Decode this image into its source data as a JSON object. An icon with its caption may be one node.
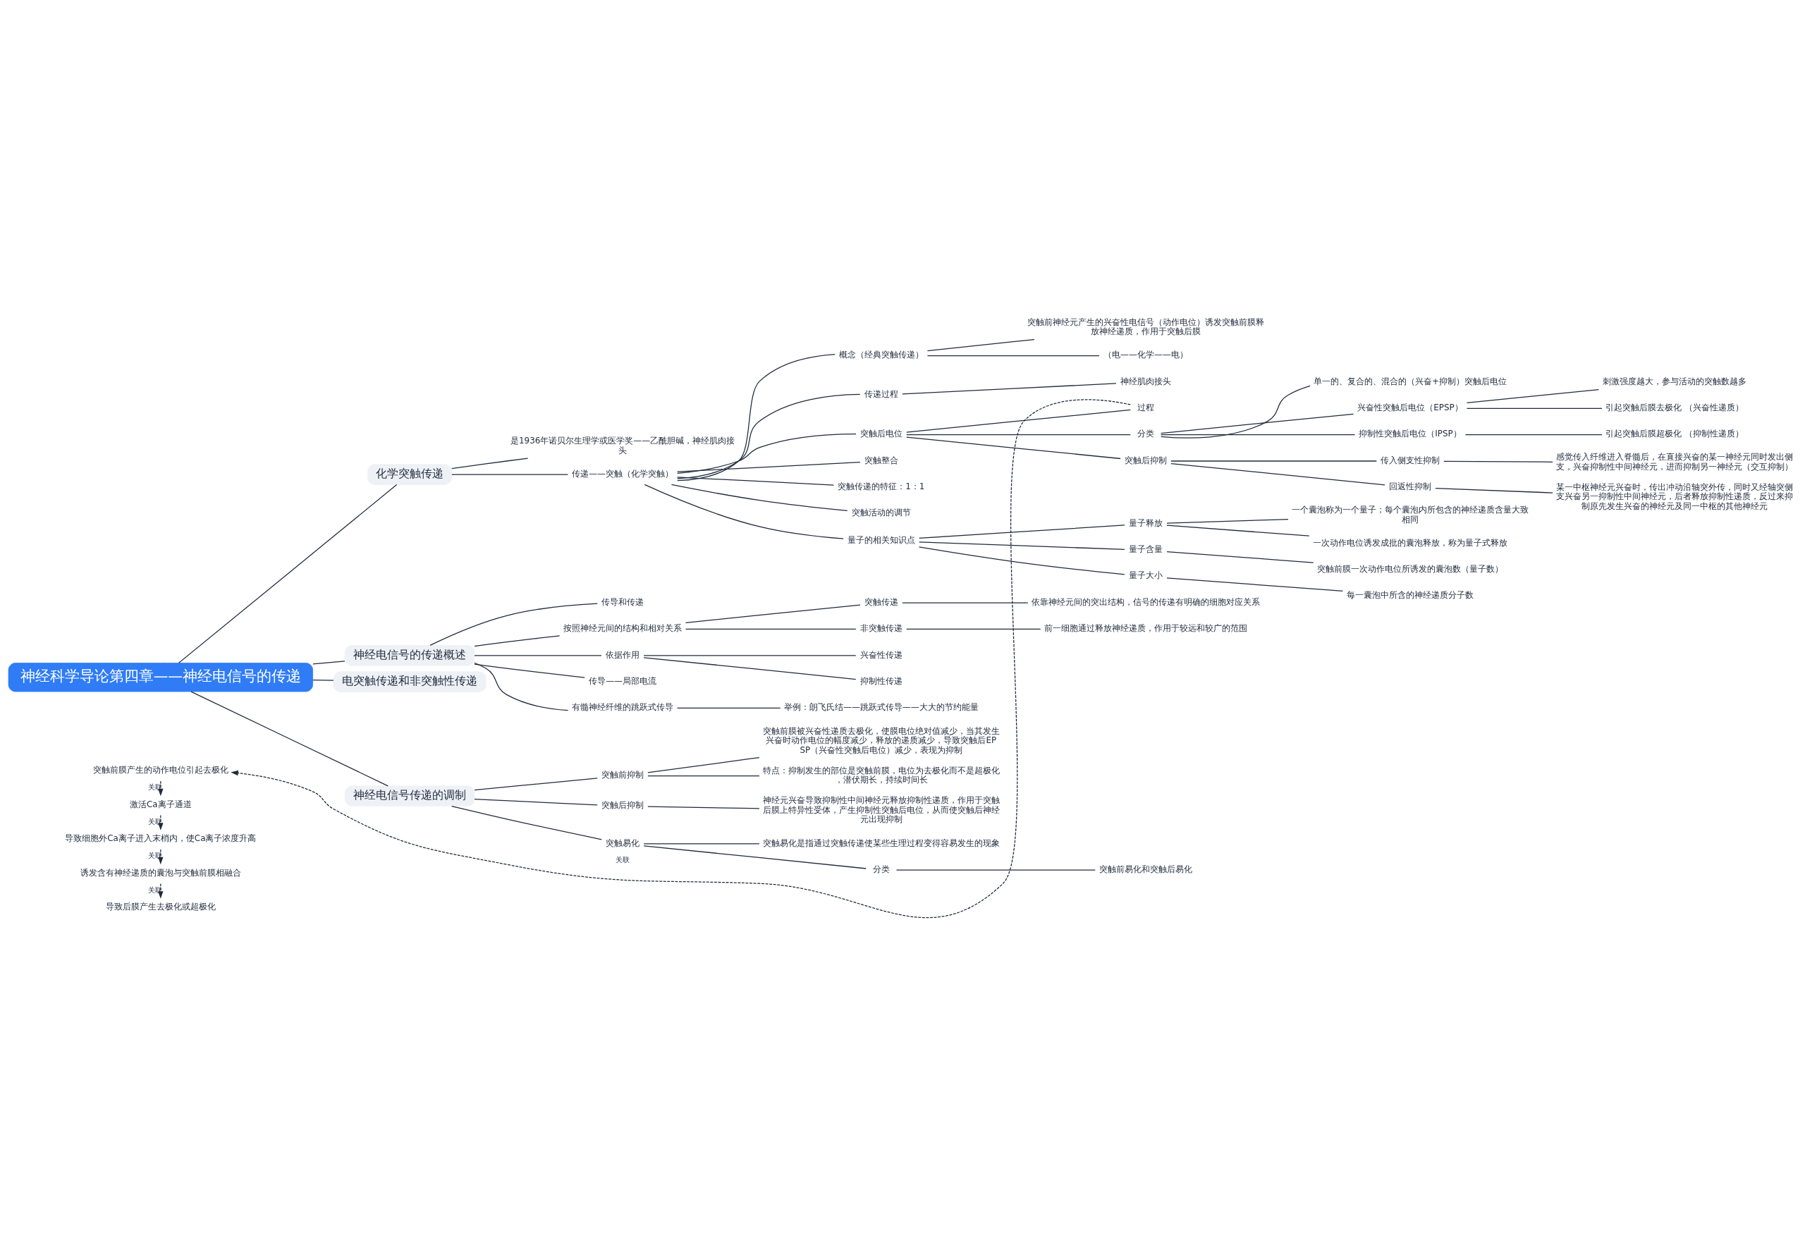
{
  "diagram": {
    "nodes": [
      {
        "text": [
          "神经科学导论第四章——神经电信号的传递"
        ]
      },
      {
        "text": [
          "化学突触传递"
        ]
      },
      {
        "text": [
          "是1936年诺贝尔生理学或医学奖——乙酰胆碱，神经肌肉接头"
        ]
      },
      {
        "text": [
          "传递——突触（化学突触）"
        ]
      },
      {
        "text": [
          "概念（经典突触传递）"
        ]
      },
      {
        "text": [
          "突触前神经元产生的兴奋性电信号（动作电位）诱发突触前膜释放神经递质，作用于突触后膜"
        ]
      },
      {
        "text": [
          "（电——化学——电）"
        ]
      },
      {
        "text": [
          "传递过程"
        ]
      },
      {
        "text": [
          "神经肌肉接头"
        ]
      },
      {
        "text": [
          "突触后电位"
        ]
      },
      {
        "text": [
          "过程"
        ]
      },
      {
        "text": [
          "突触前膜产生的动作电位引起去极化"
        ]
      },
      {
        "text": [
          "激活Ca离子通道"
        ]
      },
      {
        "text": [
          "导致细胞外Ca离子进入末梢内，使Ca离子浓度升高"
        ]
      },
      {
        "text": [
          "诱发含有神经递质的囊泡与突触前膜相融合"
        ]
      },
      {
        "text": [
          "导致后膜产生去极化或超极化"
        ]
      },
      {
        "text": [
          "分类"
        ]
      },
      {
        "text": [
          "单一的、复合的、混合的（兴奋+抑制）突触后电位"
        ]
      },
      {
        "text": [
          "兴奋性突触后电位（EPSP）"
        ]
      },
      {
        "text": [
          "刺激强度越大，参与活动的突触数越多"
        ]
      },
      {
        "text": [
          "引起突触后膜去极化 （兴奋性递质）"
        ]
      },
      {
        "text": [
          "抑制性突触后电位（IPSP）"
        ]
      },
      {
        "text": [
          "引起突触后膜超极化 （抑制性递质）"
        ]
      },
      {
        "text": [
          "突触后抑制"
        ]
      },
      {
        "text": [
          "传入侧支性抑制"
        ]
      },
      {
        "text": [
          "感觉传入纤维进入脊髓后，在直接兴奋的某一神经元同时发出侧支，兴奋抑制性中间神经元，进而抑制另一神经元（交互抑制）"
        ]
      },
      {
        "text": [
          "回返性抑制"
        ]
      },
      {
        "text": [
          "某一中枢神经元兴奋时，传出冲动沿轴突外传，同时又经轴突侧支兴奋另一抑制性中间神经元，后者释放抑制性递质，反过来抑制原先发生兴奋的神经元及同一中枢的其他神经元"
        ]
      },
      {
        "text": [
          "突触整合"
        ]
      },
      {
        "text": [
          "突触传递的特征：1：1"
        ]
      },
      {
        "text": [
          "突触活动的调节"
        ]
      },
      {
        "text": [
          "量子的相关知识点"
        ]
      },
      {
        "text": [
          "量子释放"
        ]
      },
      {
        "text": [
          "一个囊泡称为一个量子；每个囊泡内所包含的神经递质含量大致相同"
        ]
      },
      {
        "text": [
          "一次动作电位诱发成批的囊泡释放，称为量子式释放"
        ]
      },
      {
        "text": [
          "量子含量"
        ]
      },
      {
        "text": [
          "突触前膜一次动作电位所诱发的囊泡数（量子数）"
        ]
      },
      {
        "text": [
          "量子大小"
        ]
      },
      {
        "text": [
          "每一囊泡中所含的神经递质分子数"
        ]
      },
      {
        "text": [
          "神经电信号的传递概述"
        ]
      },
      {
        "text": [
          "传导和传递"
        ]
      },
      {
        "text": [
          "按照神经元间的结构和相对关系"
        ]
      },
      {
        "text": [
          "突触传递"
        ]
      },
      {
        "text": [
          "依靠神经元间的突出结构，信号的传递有明确的细胞对应关系"
        ]
      },
      {
        "text": [
          "非突触传递"
        ]
      },
      {
        "text": [
          "前一细胞通过释放神经递质，作用于较远和较广的范围"
        ]
      },
      {
        "text": [
          "依据作用"
        ]
      },
      {
        "text": [
          "兴奋性传递"
        ]
      },
      {
        "text": [
          "抑制性传递"
        ]
      },
      {
        "text": [
          "传导——局部电流"
        ]
      },
      {
        "text": [
          "有髓神经纤维的跳跃式传导"
        ]
      },
      {
        "text": [
          "举例：朗飞氏结——跳跃式传导——大大的节约能量"
        ]
      },
      {
        "text": [
          "电突触传递和非突触性传递"
        ]
      },
      {
        "text": [
          "神经电信号传递的调制"
        ]
      },
      {
        "text": [
          "突触前抑制"
        ]
      },
      {
        "text": [
          "突触前膜被兴奋性递质去极化，使膜电位绝对值减少，当其发生兴奋时动作电位的幅度减少，释放的递质减少，导致突触后EPSP（兴奋性突触后电位）减少，表现为抑制"
        ]
      },
      {
        "text": [
          "特点：抑制发生的部位是突触前膜，电位为去极化而不是超极化，潜伏期长，持续时间长"
        ]
      },
      {
        "text": [
          "突触后抑制"
        ]
      },
      {
        "text": [
          "神经元兴奋导致抑制性中间神经元释放抑制性递质，作用于突触后膜上特异性受体，产生抑制性突触后电位，从而使突触后神经元出现抑制"
        ]
      },
      {
        "text": [
          "突触易化"
        ]
      },
      {
        "text": [
          "突触易化是指通过突触传递使某些生理过程变得容易发生的现象"
        ]
      },
      {
        "text": [
          "分类"
        ]
      },
      {
        "text": [
          "突触前易化和突触后易化"
        ]
      }
    ],
    "edges": [
      {
        "from": 0,
        "to": 1,
        "arrow": "none"
      },
      {
        "from": 1,
        "to": 2,
        "arrow": "none"
      },
      {
        "from": 1,
        "to": 3,
        "arrow": "none"
      },
      {
        "from": 3,
        "to": 4,
        "arrow": "none"
      },
      {
        "from": 4,
        "to": 5,
        "arrow": "none"
      },
      {
        "from": 4,
        "to": 6,
        "arrow": "none"
      },
      {
        "from": 3,
        "to": 7,
        "arrow": "none"
      },
      {
        "from": 7,
        "to": 8,
        "arrow": "none"
      },
      {
        "from": 3,
        "to": 9,
        "arrow": "none"
      },
      {
        "from": 9,
        "to": 10,
        "arrow": "none"
      },
      {
        "from": 10,
        "to": 11,
        "arrow": "to",
        "style": "dashed",
        "label": "关联"
      },
      {
        "from": 11,
        "to": 12,
        "arrow": "to",
        "style": "dashed",
        "label": "关联"
      },
      {
        "from": 12,
        "to": 13,
        "arrow": "to",
        "style": "dashed",
        "label": "关联"
      },
      {
        "from": 13,
        "to": 14,
        "arrow": "to",
        "style": "dashed",
        "label": "关联"
      },
      {
        "from": 14,
        "to": 15,
        "arrow": "to",
        "style": "dashed",
        "label": "关联"
      },
      {
        "from": 9,
        "to": 16,
        "arrow": "none"
      },
      {
        "from": 16,
        "to": 17,
        "arrow": "none"
      },
      {
        "from": 16,
        "to": 18,
        "arrow": "none"
      },
      {
        "from": 18,
        "to": 19,
        "arrow": "none"
      },
      {
        "from": 18,
        "to": 20,
        "arrow": "none"
      },
      {
        "from": 16,
        "to": 21,
        "arrow": "none"
      },
      {
        "from": 21,
        "to": 22,
        "arrow": "none"
      },
      {
        "from": 9,
        "to": 23,
        "arrow": "none"
      },
      {
        "from": 23,
        "to": 24,
        "arrow": "none"
      },
      {
        "from": 24,
        "to": 25,
        "arrow": "none"
      },
      {
        "from": 23,
        "to": 26,
        "arrow": "none"
      },
      {
        "from": 26,
        "to": 27,
        "arrow": "none"
      },
      {
        "from": 3,
        "to": 28,
        "arrow": "none"
      },
      {
        "from": 3,
        "to": 29,
        "arrow": "none"
      },
      {
        "from": 3,
        "to": 30,
        "arrow": "none"
      },
      {
        "from": 3,
        "to": 31,
        "arrow": "none"
      },
      {
        "from": 31,
        "to": 32,
        "arrow": "none"
      },
      {
        "from": 32,
        "to": 33,
        "arrow": "none"
      },
      {
        "from": 32,
        "to": 34,
        "arrow": "none"
      },
      {
        "from": 31,
        "to": 35,
        "arrow": "none"
      },
      {
        "from": 35,
        "to": 36,
        "arrow": "none"
      },
      {
        "from": 31,
        "to": 37,
        "arrow": "none"
      },
      {
        "from": 37,
        "to": 38,
        "arrow": "none"
      },
      {
        "from": 0,
        "to": 39,
        "arrow": "none"
      },
      {
        "from": 39,
        "to": 40,
        "arrow": "none"
      },
      {
        "from": 39,
        "to": 41,
        "arrow": "none"
      },
      {
        "from": 41,
        "to": 42,
        "arrow": "none"
      },
      {
        "from": 42,
        "to": 43,
        "arrow": "none"
      },
      {
        "from": 41,
        "to": 44,
        "arrow": "none"
      },
      {
        "from": 44,
        "to": 45,
        "arrow": "none"
      },
      {
        "from": 39,
        "to": 46,
        "arrow": "none"
      },
      {
        "from": 46,
        "to": 47,
        "arrow": "none"
      },
      {
        "from": 46,
        "to": 48,
        "arrow": "none"
      },
      {
        "from": 39,
        "to": 49,
        "arrow": "none"
      },
      {
        "from": 39,
        "to": 50,
        "arrow": "none"
      },
      {
        "from": 50,
        "to": 51,
        "arrow": "none"
      },
      {
        "from": 0,
        "to": 52,
        "arrow": "none"
      },
      {
        "from": 0,
        "to": 53,
        "arrow": "none"
      },
      {
        "from": 53,
        "to": 54,
        "arrow": "none"
      },
      {
        "from": 54,
        "to": 55,
        "arrow": "none"
      },
      {
        "from": 54,
        "to": 56,
        "arrow": "none"
      },
      {
        "from": 53,
        "to": 57,
        "arrow": "none"
      },
      {
        "from": 57,
        "to": 58,
        "arrow": "none"
      },
      {
        "from": 53,
        "to": 59,
        "arrow": "none"
      },
      {
        "from": 59,
        "to": 60,
        "arrow": "none"
      },
      {
        "from": 59,
        "to": 61,
        "arrow": "none"
      },
      {
        "from": 61,
        "to": 62,
        "arrow": "none"
      }
    ]
  }
}
